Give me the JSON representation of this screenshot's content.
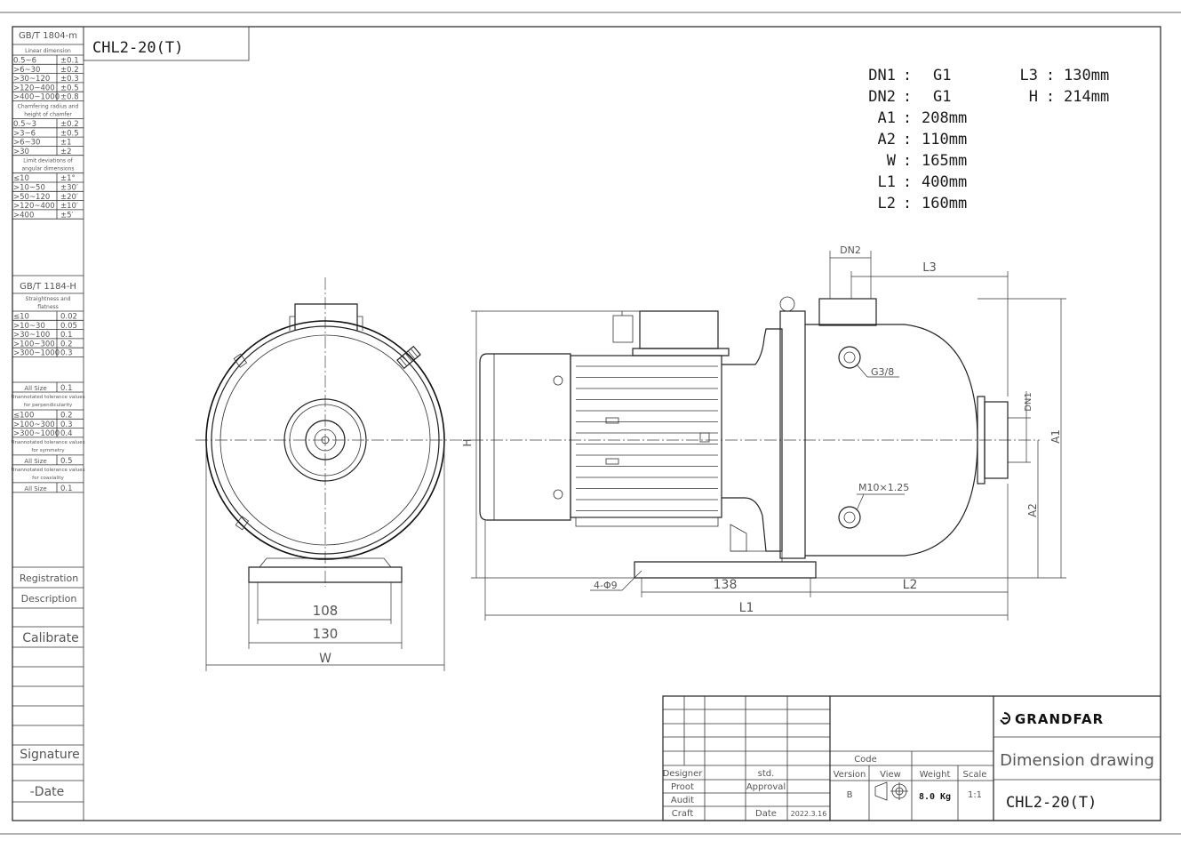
{
  "title_box": {
    "model": "CHL2-20(T)"
  },
  "specs": [
    {
      "key": "DN1",
      "sep": ":",
      "val": "G1"
    },
    {
      "key": "DN2",
      "sep": ":",
      "val": "G1"
    },
    {
      "key": "A1",
      "sep": ":",
      "val": "208mm"
    },
    {
      "key": "A2",
      "sep": ":",
      "val": "110mm"
    },
    {
      "key": "W",
      "sep": ":",
      "val": "165mm"
    },
    {
      "key": "L1",
      "sep": ":",
      "val": "400mm"
    },
    {
      "key": "L2",
      "sep": ":",
      "val": "160mm"
    },
    {
      "key": "L3",
      "sep": ":",
      "val": "130mm"
    },
    {
      "key": "H",
      "sep": ":",
      "val": "214mm"
    }
  ],
  "tolerance": {
    "header1": "GB/T 1804-m",
    "linear_title": "Linear dimension",
    "linear": [
      [
        "0.5~6",
        "±0.1"
      ],
      [
        ">6~30",
        "±0.2"
      ],
      [
        ">30~120",
        "±0.3"
      ],
      [
        ">120~400",
        "±0.5"
      ],
      [
        ">400~1000",
        "±0.8"
      ]
    ],
    "chamfer_title_1": "Chamfering radius and",
    "chamfer_title_2": "height of chamfer",
    "chamfer": [
      [
        "0.5~3",
        "±0.2"
      ],
      [
        ">3~6",
        "±0.5"
      ],
      [
        ">6~30",
        "±1"
      ],
      [
        ">30",
        "±2"
      ]
    ],
    "angular_title_1": "Limit deviations of",
    "angular_title_2": "angular dimensions",
    "angular": [
      [
        "≤10",
        "±1°"
      ],
      [
        ">10~50",
        "±30′"
      ],
      [
        ">50~120",
        "±20′"
      ],
      [
        ">120~400",
        "±10′"
      ],
      [
        ">400",
        "±5′"
      ]
    ],
    "header2": "GB/T 1184-H",
    "straight_title_1": "Straightness and",
    "straight_title_2": "flatness",
    "straight": [
      [
        "≤10",
        "0.02"
      ],
      [
        ">10~30",
        "0.05"
      ],
      [
        ">30~100",
        "0.1"
      ],
      [
        ">100~300",
        "0.2"
      ],
      [
        ">300~1000",
        "0.3"
      ]
    ],
    "allsize_1": [
      "All Size",
      "0.1"
    ],
    "perp_title_1": "Unannotated tolerance values",
    "perp_title_2": "for perpendicularity",
    "perp": [
      [
        "≤100",
        "0.2"
      ],
      [
        ">100~300",
        "0.3"
      ],
      [
        ">300~1000",
        "0.4"
      ]
    ],
    "sym_title_1": "Unannotated tolerance values",
    "sym_title_2": "for symmetry",
    "allsize_2": [
      "All Size",
      "0.5"
    ],
    "coax_title_1": "Unannotated tolerance values",
    "coax_title_2": "for coaxiality",
    "allsize_3": [
      "All Size",
      "0.1"
    ]
  },
  "side_labels": {
    "registration": "Registration",
    "description": "Description",
    "calibrate": "Calibrate",
    "signature": "Signature",
    "date": "-Date"
  },
  "front_view": {
    "dim_108": "108",
    "dim_130": "130",
    "dim_w": "W"
  },
  "side_view": {
    "dn2": "DN2",
    "l3": "L3",
    "g38": "G3/8",
    "dn1": "DN1",
    "a1": "A1",
    "m10": "M10×1.25",
    "a2": "A2",
    "h": "H",
    "hole": "4-Φ9",
    "dim_138": "138",
    "l2": "L2",
    "l1": "L1"
  },
  "title_block": {
    "designer": "Designer",
    "std": "std.",
    "proof": "Proot",
    "approval": "Approval",
    "audit": "Audit",
    "craft": "Craft",
    "date_label": "Date",
    "date_value": "2022.3.16",
    "code": "Code",
    "version": "Version",
    "view": "View",
    "weight": "Weight",
    "scale": "Scale",
    "version_value": "B",
    "weight_value": "8.0 Kg",
    "scale_value": "1:1",
    "brand": "GRANDFAR",
    "drawing_type": "Dimension drawing",
    "model": "CHL2-20(T)"
  }
}
